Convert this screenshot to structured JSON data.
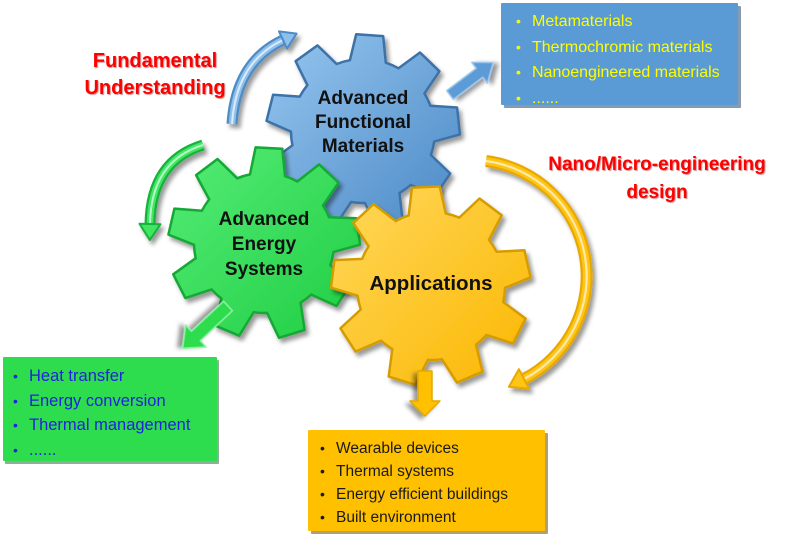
{
  "canvas": {
    "background": "#ffffff"
  },
  "annotations": {
    "fundamental_understanding": {
      "line1": "Fundamental",
      "line2": "Understanding",
      "color": "#ff0000"
    },
    "nano_micro": {
      "line1": "Nano/Micro-engineering",
      "line2": "design",
      "color": "#ff0000"
    }
  },
  "gears": {
    "functional_materials": {
      "line1": "Advanced",
      "line2": "Functional",
      "line3": "Materials",
      "color": "#5B9BD5"
    },
    "energy_systems": {
      "line1": "Advanced",
      "line2": "Energy",
      "line3": "Systems",
      "color": "#2EDD4E"
    },
    "applications": {
      "line1": "Applications",
      "color": "#FFC000"
    }
  },
  "boxes": {
    "materials_examples": {
      "bg": "#5B9BD5",
      "text_color": "#FFFF00",
      "items": [
        "Metamaterials",
        "Thermochromic materials",
        "Nanoengineered materials",
        "......"
      ]
    },
    "energy_examples": {
      "bg": "#2EDD4E",
      "text_color": "#2121DF",
      "items": [
        "Heat transfer",
        "Energy conversion",
        "Thermal management",
        "......"
      ]
    },
    "application_examples": {
      "bg": "#FFC000",
      "text_color": "#1A1A1A",
      "items": [
        "Wearable devices",
        "Thermal systems",
        "Energy efficient buildings",
        "Built environment"
      ]
    }
  }
}
